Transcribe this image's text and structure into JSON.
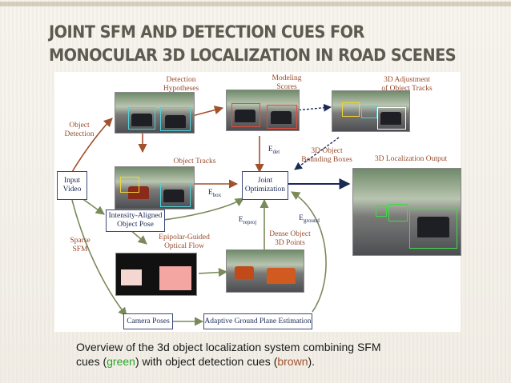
{
  "slide": {
    "title_line1": "JOINT SFM AND DETECTION CUES FOR",
    "title_line2": "MONOCULAR 3D LOCALIZATION IN ROAD SCENES"
  },
  "diagram": {
    "labels": {
      "detection_hypotheses": "Detection\nHypotheses",
      "modeling_scores": "Modeling\nScores",
      "adjustment": "3D Adjustment\nof Object Tracks",
      "object_detection": "Object\nDetection",
      "object_tracks": "Object Tracks",
      "e_det": "E",
      "e_det_sub": "det",
      "bounding_boxes": "3D Object\nBounding Boxes",
      "localization_output": "3D Localization Output",
      "e_box": "E",
      "e_box_sub": "box",
      "e_reproj": "E",
      "e_reproj_sub": "reproj",
      "e_ground": "E",
      "e_ground_sub": "ground",
      "sparse_sfm": "Sparse\nSFM",
      "optical_flow": "Epipolar-Guided\nOptical Flow",
      "dense_points": "Dense Object\n3D Points"
    },
    "boxes": {
      "input_video": "Input\nVideo",
      "joint_optimization": "Joint\nOptimization",
      "intensity_pose": "Intensity-Aligned\nObject Pose",
      "camera_poses": "Camera Poses",
      "ground_plane": "Adaptive Ground Plane Estimation"
    },
    "colors": {
      "detection_cue": "#a0522d",
      "sfm_cue": "#2aa52a",
      "box_border": "#3d4a7a",
      "text_dark": "#1a2a55"
    }
  },
  "caption": {
    "part1": "Overview of the 3d object localization system combining SFM",
    "part2": "cues (",
    "green_word": "green",
    "part3": ") with object detection cues (",
    "brown_word": "brown",
    "part4": ")."
  }
}
